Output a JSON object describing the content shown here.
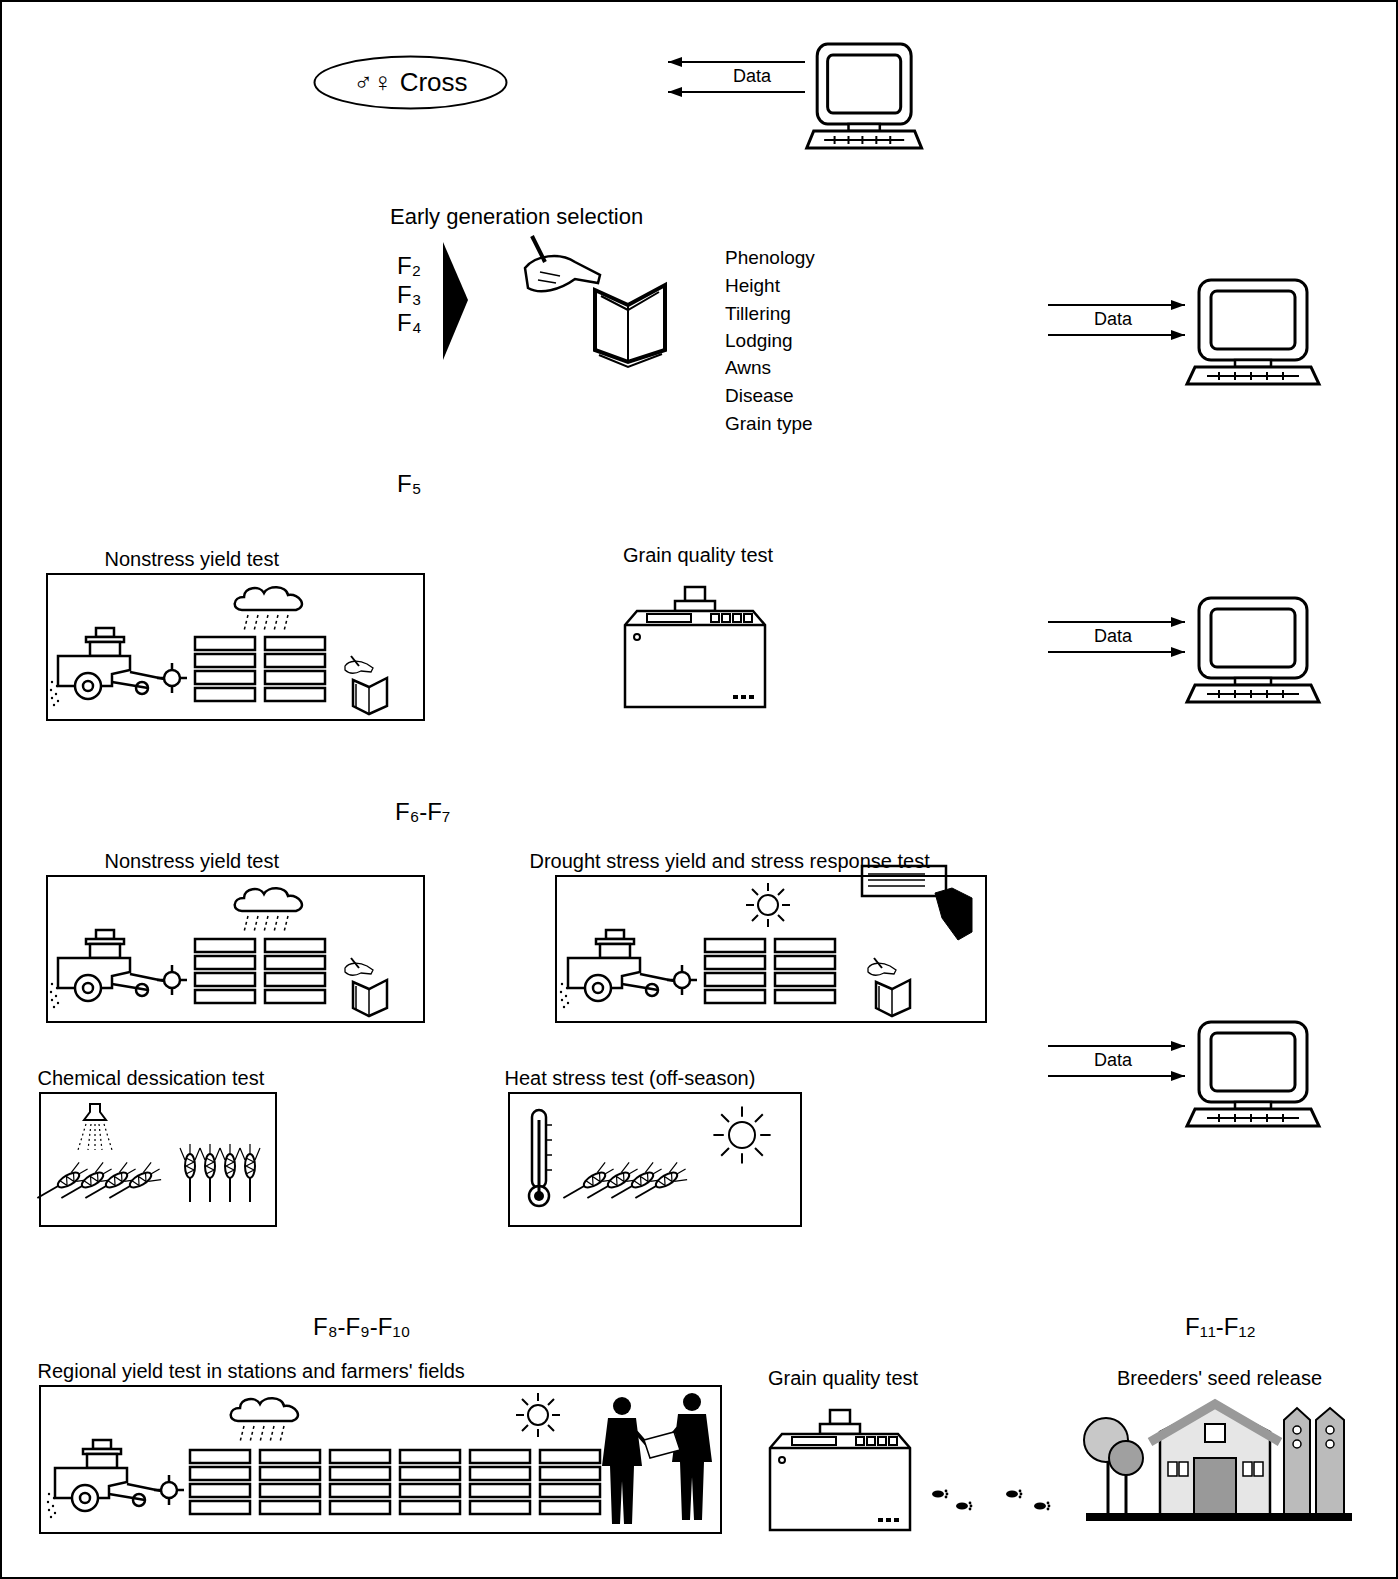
{
  "diagram": {
    "nodes": [
      {
        "text": [
          "♂♀ Cross"
        ]
      },
      {
        "text": [
          "Nonstress yield test"
        ]
      },
      {
        "text": [
          "Nonstress yield test"
        ]
      },
      {
        "text": [
          "Drought stress yield and stress response test"
        ]
      },
      {
        "text": [
          "Chemical dessication test"
        ]
      },
      {
        "text": [
          "Heat stress test (off-season)"
        ]
      },
      {
        "text": [
          "Regional yield test in stations and farmers' fields"
        ]
      }
    ],
    "labels": [
      "Data",
      "Early generation selection",
      "F₂",
      "F₃",
      "F₄",
      "Phenology",
      "Height",
      "Tillering",
      "Lodging",
      "Awns",
      "Disease",
      "Grain type",
      "Data",
      "F₅",
      "Grain quality test",
      "Data",
      "F₆-F₇",
      "Data",
      "F₈-F₉-F₁₀",
      "F₁₁-F₁₂",
      "Grain quality test",
      "Breeders' seed release"
    ]
  }
}
